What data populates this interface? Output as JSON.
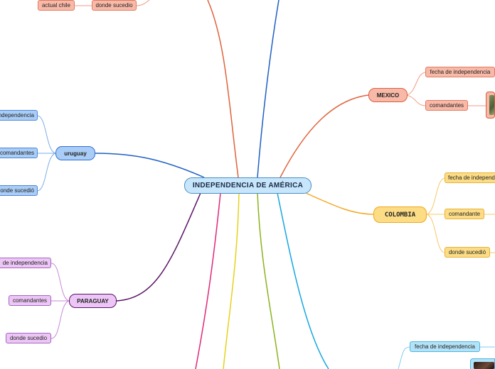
{
  "center": {
    "label": "INDEPENDENCIA DE AMÉRICA"
  },
  "branches": {
    "chile": {
      "leaves": [
        "actual chile",
        "donde sucedio"
      ]
    },
    "mexico": {
      "label": "MEXICO",
      "leaves": [
        "fecha de independencia",
        "comandantes"
      ]
    },
    "uruguay": {
      "label": "uruguay",
      "leaves": [
        "independencia",
        "comandantes",
        "donde sucedió"
      ]
    },
    "colombia": {
      "label": "COLOMBIA",
      "leaves": [
        "fecha de independ",
        "comandante",
        "donde sucedió"
      ]
    },
    "paraguay": {
      "label": "PARAGUAY",
      "leaves": [
        "de independencia",
        "comandantes",
        "donde sucedio"
      ]
    },
    "bottom_right": {
      "leaves": [
        "fecha de independencia"
      ]
    }
  },
  "colors": {
    "red": "#e0623a",
    "blue": "#1f5fc4",
    "purple": "#5b1466",
    "yellow": "#f5a623",
    "cyan": "#15a7e0",
    "pink": "#e0287a",
    "lime": "#8ab31c",
    "gold": "#e5d21a"
  },
  "icons": [
    "mexico-commander-photo",
    "bottom-right-photo"
  ]
}
